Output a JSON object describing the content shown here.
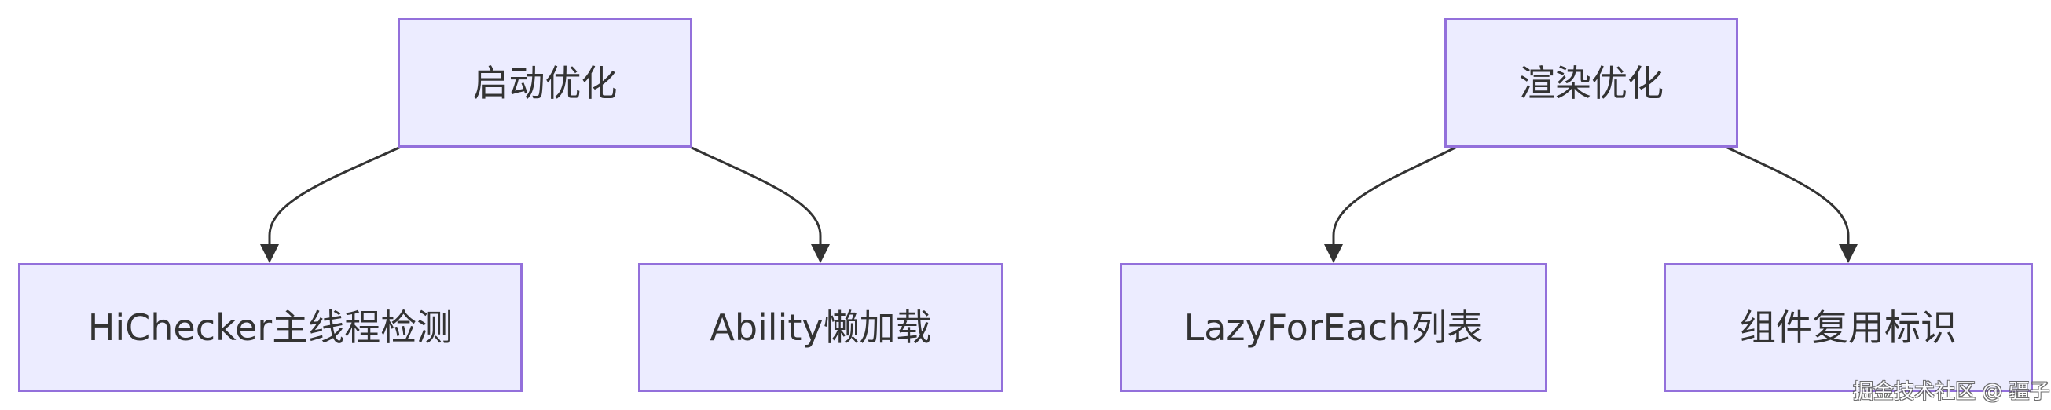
{
  "diagram": {
    "type": "flowchart-top-down",
    "colors": {
      "node_fill": "#ececff",
      "node_stroke": "#9370db",
      "edge": "#333333",
      "text": "#333333",
      "background": "#ffffff"
    },
    "nodes": [
      {
        "id": "root1",
        "label": "启动优化"
      },
      {
        "id": "root2",
        "label": "渲染优化"
      },
      {
        "id": "c1",
        "label": "HiChecker主线程检测"
      },
      {
        "id": "c2",
        "label": "Ability懒加载"
      },
      {
        "id": "c3",
        "label": "LazyForEach列表"
      },
      {
        "id": "c4",
        "label": "组件复用标识"
      }
    ],
    "edges": [
      {
        "from": "root1",
        "to": "c1"
      },
      {
        "from": "root1",
        "to": "c2"
      },
      {
        "from": "root2",
        "to": "c3"
      },
      {
        "from": "root2",
        "to": "c4"
      }
    ]
  },
  "watermark": {
    "text": "掘金技术社区 @ 疆子"
  }
}
